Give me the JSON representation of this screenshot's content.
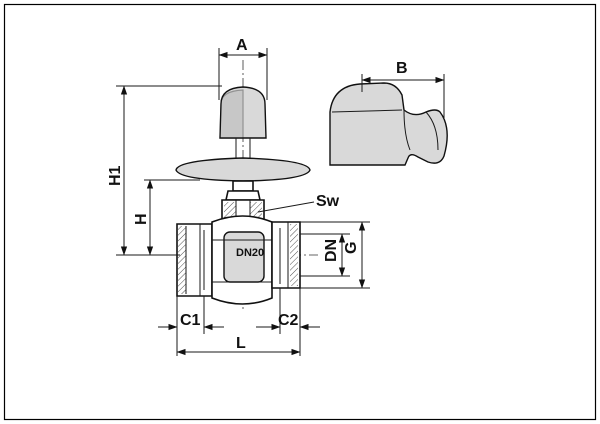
{
  "dimensions": {
    "A": "A",
    "B": "B",
    "H1": "H1",
    "H": "H",
    "Sw": "Sw",
    "DN": "DN",
    "G": "G",
    "C1": "C1",
    "C2": "C2",
    "L": "L"
  },
  "body_marking": "DN20"
}
